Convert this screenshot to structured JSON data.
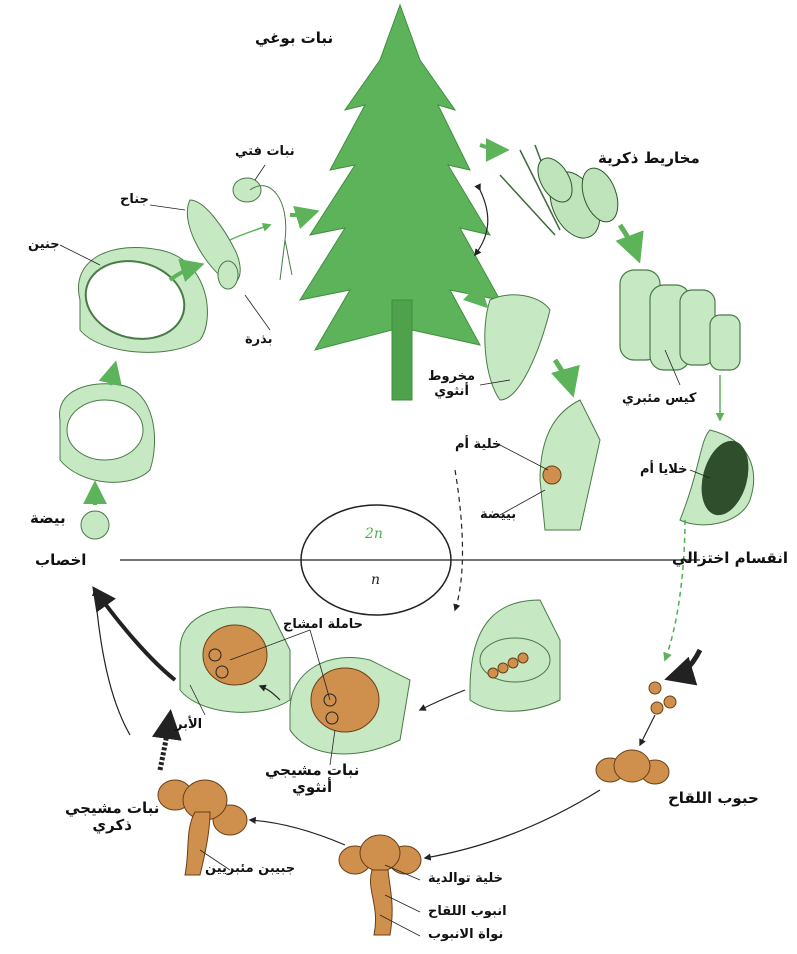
{
  "colors": {
    "plant_green": "#5db35a",
    "tissue_green": "#c6e8c2",
    "tissue_stroke": "#4a7a48",
    "gametophyte_brown": "#cf8f4d",
    "gametophyte_stroke": "#6a3f17",
    "ink": "#111111",
    "ploidy_2n": "#4caf50"
  },
  "labels": {
    "sporophyte": "نبات بوغي",
    "male_cones": "مخاريط ذكرية",
    "seedling": "نبات فتي",
    "wing": "جناح",
    "embryo": "جنين",
    "seed": "بذرة",
    "female_cone": "مخروط\nأنثوي",
    "mother_cell": "خلية أم",
    "ovule": "بييضة",
    "microsporangium": "كيس مئبري",
    "mother_cells": "خلايا أم",
    "meiosis": "انقسام اختزالي",
    "egg": "بيضة",
    "fertilization": "اخصاب",
    "archegonium": "حاملة امشاج",
    "micropyle": "الأبر",
    "female_gametophyte": "نبات مشيجي\nأنثوي",
    "pollen_grains": "حبوب اللقاح",
    "male_gametophyte": "نبات مشيجي\nذكري",
    "sperm_nuclei": "جبيبن مئبريين",
    "generative_cell": "خلية توالدية",
    "pollen_tube": "انبوب اللقاح",
    "tube_nucleus": "نواة الانبوب"
  },
  "ploidy": {
    "diploid": "2n",
    "haploid": "n"
  }
}
